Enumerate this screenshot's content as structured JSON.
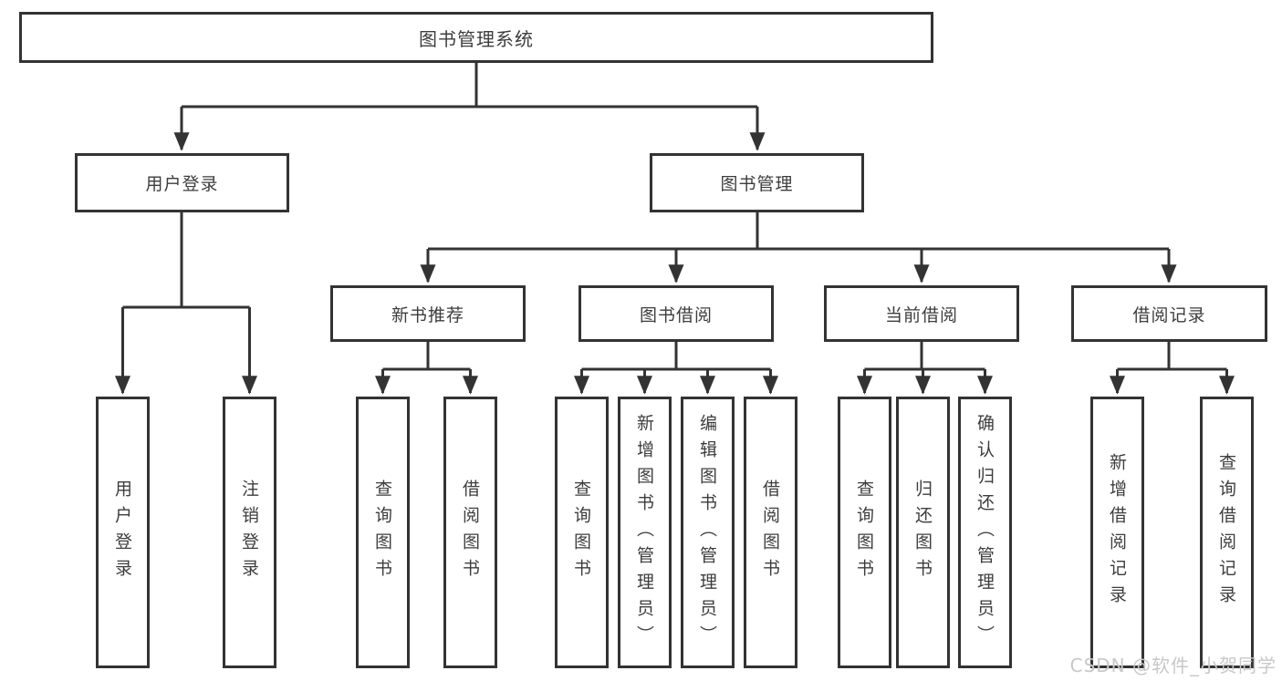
{
  "diagram": {
    "title": {
      "label": "图书管理系统"
    },
    "branches": [
      {
        "label": "用户登录",
        "children": [
          {
            "label": "用户登录"
          },
          {
            "label": "注销登录"
          }
        ]
      },
      {
        "label": "图书管理",
        "children": [
          {
            "label": "新书推荐",
            "children": [
              {
                "label": "查询图书"
              },
              {
                "label": "借阅图书"
              }
            ]
          },
          {
            "label": "图书借阅",
            "children": [
              {
                "label": "查询图书"
              },
              {
                "label": "新增图书（管理员）"
              },
              {
                "label": "编辑图书（管理员）"
              },
              {
                "label": "借阅图书"
              }
            ]
          },
          {
            "label": "当前借阅",
            "children": [
              {
                "label": "查询图书"
              },
              {
                "label": "归还图书"
              },
              {
                "label": "确认归还（管理员）"
              }
            ]
          },
          {
            "label": "借阅记录",
            "children": [
              {
                "label": "新增借阅记录"
              },
              {
                "label": "查询借阅记录"
              }
            ]
          }
        ]
      }
    ]
  },
  "watermark": {
    "text": "CSDN @软件_小贺同学"
  },
  "colors": {
    "line": "#333333",
    "text": "#3d3d3d",
    "box_background": "#ffffff",
    "watermark": "#c8c8c8",
    "background": "#ffffff"
  }
}
